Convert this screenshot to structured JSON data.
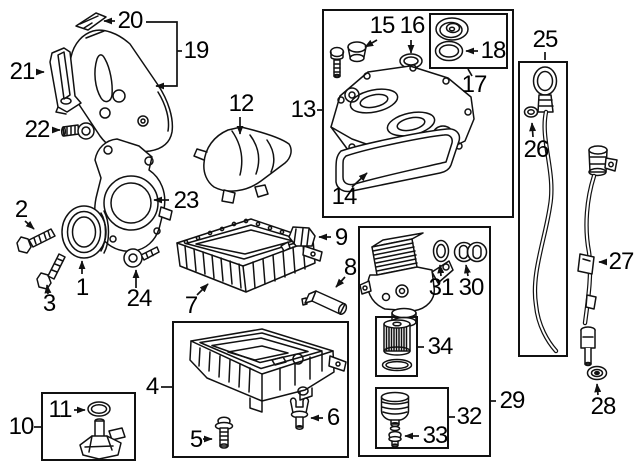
{
  "diagram": {
    "colors": {
      "background": "#ffffff",
      "line_color": "#111111",
      "label_color": "#000000"
    },
    "callouts": {
      "1": "1",
      "2": "2",
      "3": "3",
      "4": "4",
      "5": "5",
      "6": "6",
      "7": "7",
      "8": "8",
      "9": "9",
      "10": "10",
      "11": "11",
      "12": "12",
      "13": "13",
      "14": "14",
      "15": "15",
      "16": "16",
      "17": "17",
      "18": "18",
      "19": "19",
      "20": "20",
      "21": "21",
      "22": "22",
      "23": "23",
      "24": "24",
      "25": "25",
      "26": "26",
      "27": "27",
      "28": "28",
      "29": "29",
      "30": "30",
      "31": "31",
      "32": "32",
      "33": "33",
      "34": "34"
    }
  }
}
